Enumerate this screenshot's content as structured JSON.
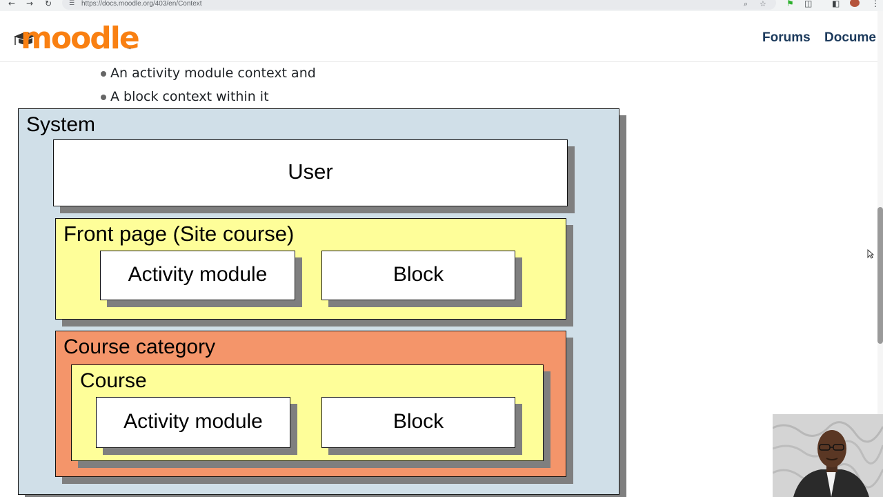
{
  "browser": {
    "url": "https://docs.moodle.org/403/en/Context",
    "back_icon": "arrow-left-icon",
    "forward_icon": "arrow-right-icon",
    "reload_icon": "reload-icon"
  },
  "header": {
    "logo_text": "moodle",
    "logo_tm": "™",
    "nav": [
      "Forums",
      "Docume"
    ]
  },
  "bullets": [
    "An activity module context and",
    "A block context within it"
  ],
  "diagram": {
    "system": "System",
    "user": "User",
    "front_page": "Front page (Site course)",
    "front_activity": "Activity module",
    "front_block": "Block",
    "course_category": "Course category",
    "course": "Course",
    "course_activity": "Activity module",
    "course_block": "Block"
  },
  "colors": {
    "system_bg": "#d0dfe8",
    "yellow_bg": "#fefe99",
    "orange_bg": "#f4956a",
    "brand": "#f98012",
    "nav_text": "#1c3a5c"
  }
}
